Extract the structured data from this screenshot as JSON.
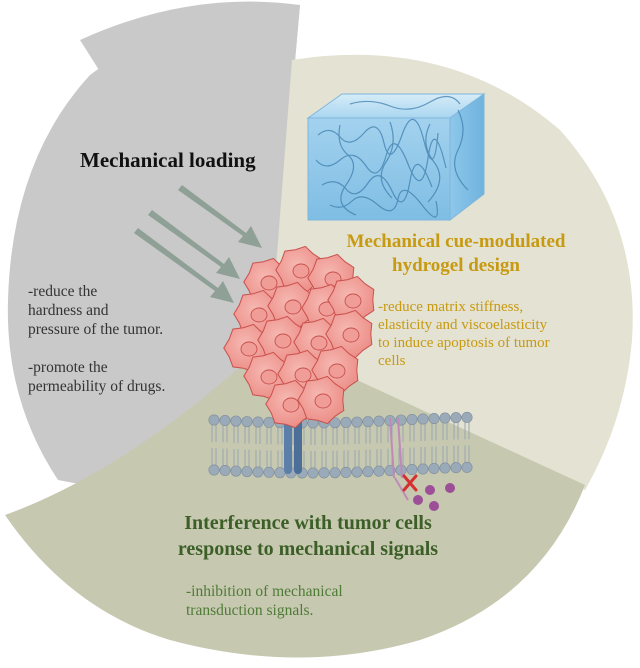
{
  "sectors": {
    "loading": {
      "title": "Mechanical loading",
      "point1": "-reduce the\nhardness and\npressure of the tumor.",
      "point2": "-promote the\npermeability of drugs.",
      "color": "#c9c9c9"
    },
    "hydrogel": {
      "title": "Mechanical cue-modulated\nhydrogel design",
      "point1": "-reduce matrix stiffness,\nelasticity and viscoelasticity\nto induce apoptosis of tumor\ncells",
      "color": "#e4e2d2",
      "text_color": "#c79a12"
    },
    "interference": {
      "title": "Interference with tumor cells\nresponse to mechanical signals",
      "point1": "-inhibition of mechanical\ntransduction signals.",
      "color": "#c6c8b0",
      "text_color": "#3c5e27"
    }
  },
  "icons": {
    "arrows": "loading-arrow-icon",
    "hydrogel": "hydrogel-block-icon",
    "tumor": "tumor-cell-cluster-icon",
    "membrane": "cell-membrane-icon",
    "channel": "ion-channel-icon",
    "receptor": "receptor-icon",
    "inhibit": "inhibition-cross-icon"
  },
  "colors": {
    "arrow": "#8fa097",
    "cell_fill": "#f1a5a0",
    "cell_stroke": "#c9504d",
    "membrane_head": "#9aaab8",
    "hydrogel_fill": "#a8d4ef",
    "channel": "#5b7fa8"
  }
}
